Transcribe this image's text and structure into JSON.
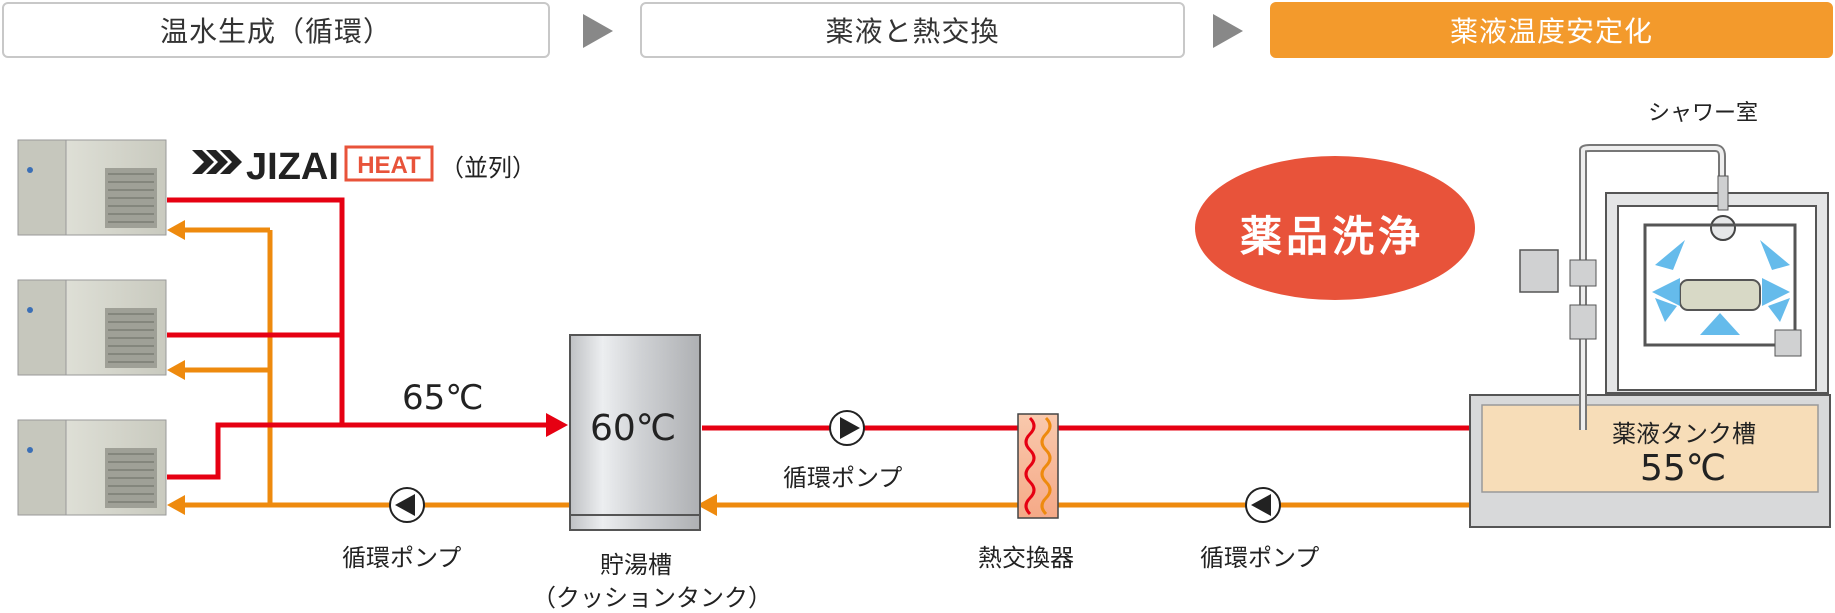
{
  "steps": [
    {
      "label": "温水生成（循環）",
      "active": false
    },
    {
      "label": "薬液と熱交換",
      "active": false
    },
    {
      "label": "薬液温度安定化",
      "active": true
    }
  ],
  "brand": {
    "logo_text": "JIZAI",
    "logo_badge": "HEAT",
    "note": "（並列）"
  },
  "temps": {
    "supply": "65℃",
    "storage": "60℃",
    "chem_tank": "55℃"
  },
  "labels": {
    "pump_left": "循環ポンプ",
    "pump_mid": "循環ポンプ",
    "pump_right": "循環ポンプ",
    "storage_tank_line1": "貯湯槽",
    "storage_tank_line2": "（クッションタンク）",
    "heat_exchanger": "熱交換器",
    "chem_tank": "薬液タンク槽",
    "shower_room": "シャワー室",
    "badge": "薬品洗浄"
  },
  "colors": {
    "hot_pipe": "#e60012",
    "return_pipe": "#ee8a0e",
    "active_step": "#f39a2c",
    "badge": "#e8533a",
    "tank_fill": "#f7ddb8",
    "spray": "#4bb0e8"
  },
  "icons": [
    "heat-pump-unit-icon",
    "pump-icon",
    "heat-exchanger-icon",
    "shower-room-icon"
  ]
}
